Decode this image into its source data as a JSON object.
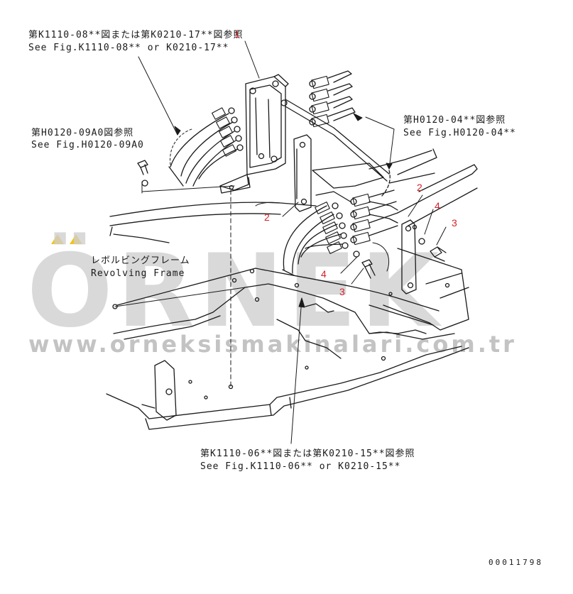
{
  "labels": {
    "ref_k1110_08_jp": "第K1110-08**図または第K0210-17**図参照",
    "ref_k1110_08_en": "See Fig.K1110-08** or K0210-17**",
    "ref_h0120_09a0_jp": "第H0120-09A0図参照",
    "ref_h0120_09a0_en": "See Fig.H0120-09A0",
    "ref_h0120_04_jp": "第H0120-04**図参照",
    "ref_h0120_04_en": "See Fig.H0120-04**",
    "revolving_frame_jp": "レボルビングフレーム",
    "revolving_frame_en": "Revolving Frame",
    "ref_k1110_06_jp": "第K1110-06**図または第K0210-15**図参照",
    "ref_k1110_06_en": "See Fig.K1110-06** or K0210-15**"
  },
  "callouts": {
    "c1": "1",
    "c2a": "2",
    "c2b": "2",
    "c3a": "3",
    "c3b": "3",
    "c4a": "4",
    "c4b": "4"
  },
  "drawing_number": "00011798",
  "watermark": {
    "logo": "ÖRNEK",
    "url": "www.orneksismakinalari.com.tr"
  },
  "colors": {
    "line": "#1a1a1a",
    "callout": "#d2232a",
    "watermark_text": "#cfcfcf",
    "watermark_accent": "#f3c21a"
  }
}
